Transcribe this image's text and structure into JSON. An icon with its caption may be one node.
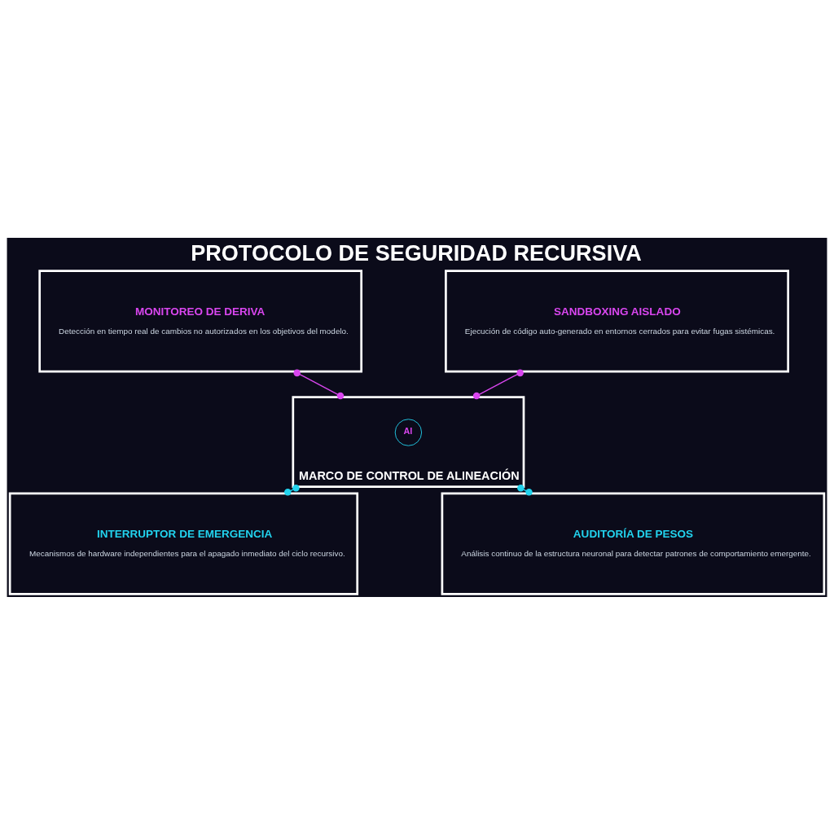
{
  "diagram": {
    "title": "PROTOCOLO DE SEGURIDAD RECURSIVA",
    "nodes": [
      {
        "text": [
          "MONITOREO DE DERIVA",
          "Detección en tiempo real de cambios no autorizados en los objetivos del modelo."
        ]
      },
      {
        "text": [
          "SANDBOXING AISLADO",
          "Ejecución de código auto-generado en entornos cerrados para evitar fugas sistémicas."
        ]
      },
      {
        "text": [
          "MARCO DE CONTROL DE ALINEACIÓN"
        ]
      },
      {
        "text": [
          "AI"
        ],
        "in": 2
      },
      {
        "text": [
          "INTERRUPTOR DE EMERGENCIA",
          "Mecanismos de hardware independientes para el apagado inmediato del ciclo recursivo."
        ]
      },
      {
        "text": [
          "AUDITORÍA DE PESOS",
          "Análisis continuo de la estructura neuronal para detectar patrones de comportamiento emergente."
        ]
      }
    ],
    "edges": [
      {
        "from": 0,
        "to": 2,
        "arrow": "other",
        "color": "#d946ef"
      },
      {
        "from": 1,
        "to": 2,
        "arrow": "other",
        "color": "#d946ef"
      },
      {
        "from": 2,
        "to": 4,
        "arrow": "other",
        "color": "#22d3ee"
      },
      {
        "from": 2,
        "to": 5,
        "arrow": "other",
        "color": "#22d3ee"
      }
    ]
  }
}
